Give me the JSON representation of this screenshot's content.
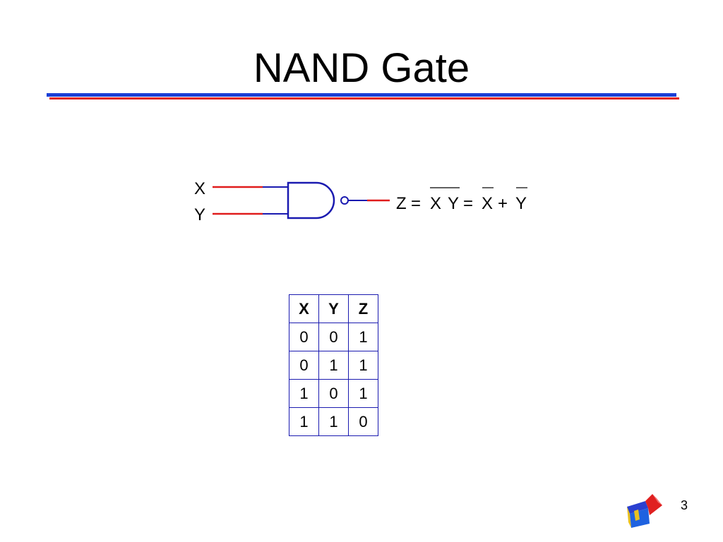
{
  "slide": {
    "title": "NAND Gate",
    "page_number": "3"
  },
  "colors": {
    "rule_blue": "#1a3fd6",
    "rule_red": "#e01c1c",
    "wire_red": "#e01c1c",
    "gate_blue": "#1a1ab0",
    "table_border": "#1a1ab0"
  },
  "diagram": {
    "input_x_label": "X",
    "input_y_label": "Y",
    "equation": {
      "z": "Z",
      "eq1": "=",
      "x1": "X",
      "y1": "Y",
      "eq2": "=",
      "x2": "X",
      "plus": "+",
      "y2": "Y"
    }
  },
  "truth_table": {
    "headers": [
      "X",
      "Y",
      "Z"
    ],
    "rows": [
      [
        "0",
        "0",
        "1"
      ],
      [
        "0",
        "1",
        "1"
      ],
      [
        "1",
        "0",
        "1"
      ],
      [
        "1",
        "1",
        "0"
      ]
    ]
  },
  "logo_icon": "arrow-cube-logo-icon"
}
